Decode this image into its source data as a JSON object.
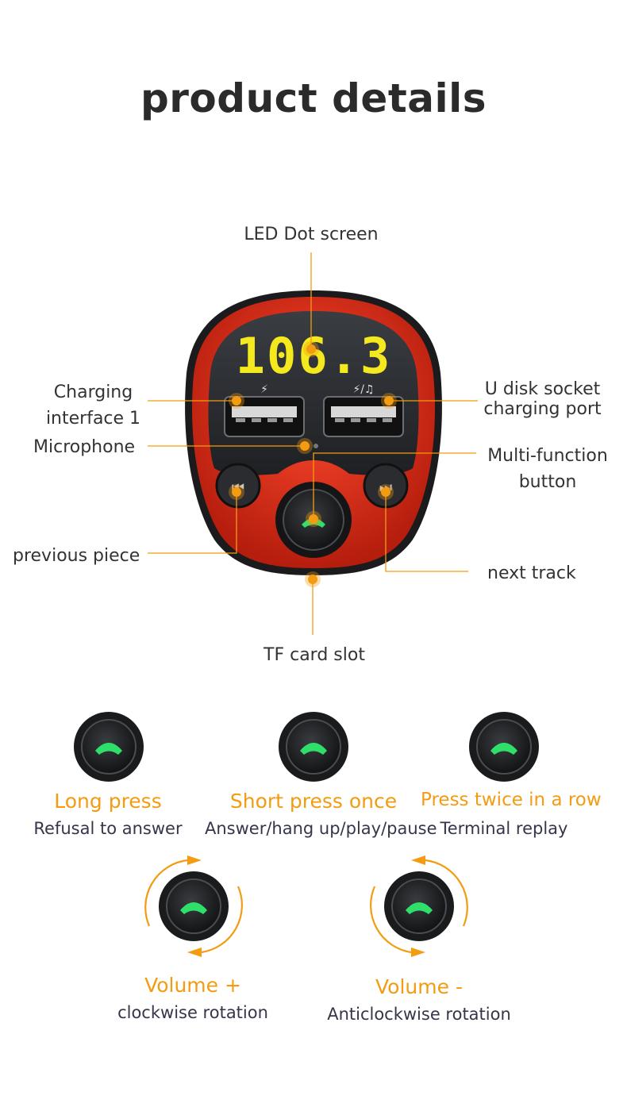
{
  "title": "product details",
  "device": {
    "display_value": "106.3",
    "port_left_icon": "lightning-icon",
    "port_right_icon": "lightning-music-icon"
  },
  "callouts": {
    "led_screen": "LED Dot screen",
    "charging_interface_1": "Charging\ninterface 1",
    "u_disk_socket": "U disk socket\ncharging port",
    "microphone": "Microphone",
    "multi_function": "Multi-function\nbutton",
    "previous_piece": "previous piece",
    "next_track": "next track",
    "tf_card_slot": "TF card slot"
  },
  "actions": [
    {
      "title": "Long press",
      "desc": "Refusal to answer"
    },
    {
      "title": "Short press once",
      "desc": "Answer/hang up/play/pause"
    },
    {
      "title": "Press twice in a row",
      "desc": "Terminal replay"
    }
  ],
  "rotations": [
    {
      "title": "Volume +",
      "desc": "clockwise rotation"
    },
    {
      "title": "Volume -",
      "desc": "Anticlockwise rotation"
    }
  ],
  "colors": {
    "accent": "#f39c12",
    "device_red": "#d9301c",
    "display_yellow": "#f4e81e",
    "phone_green": "#2ee06a"
  }
}
